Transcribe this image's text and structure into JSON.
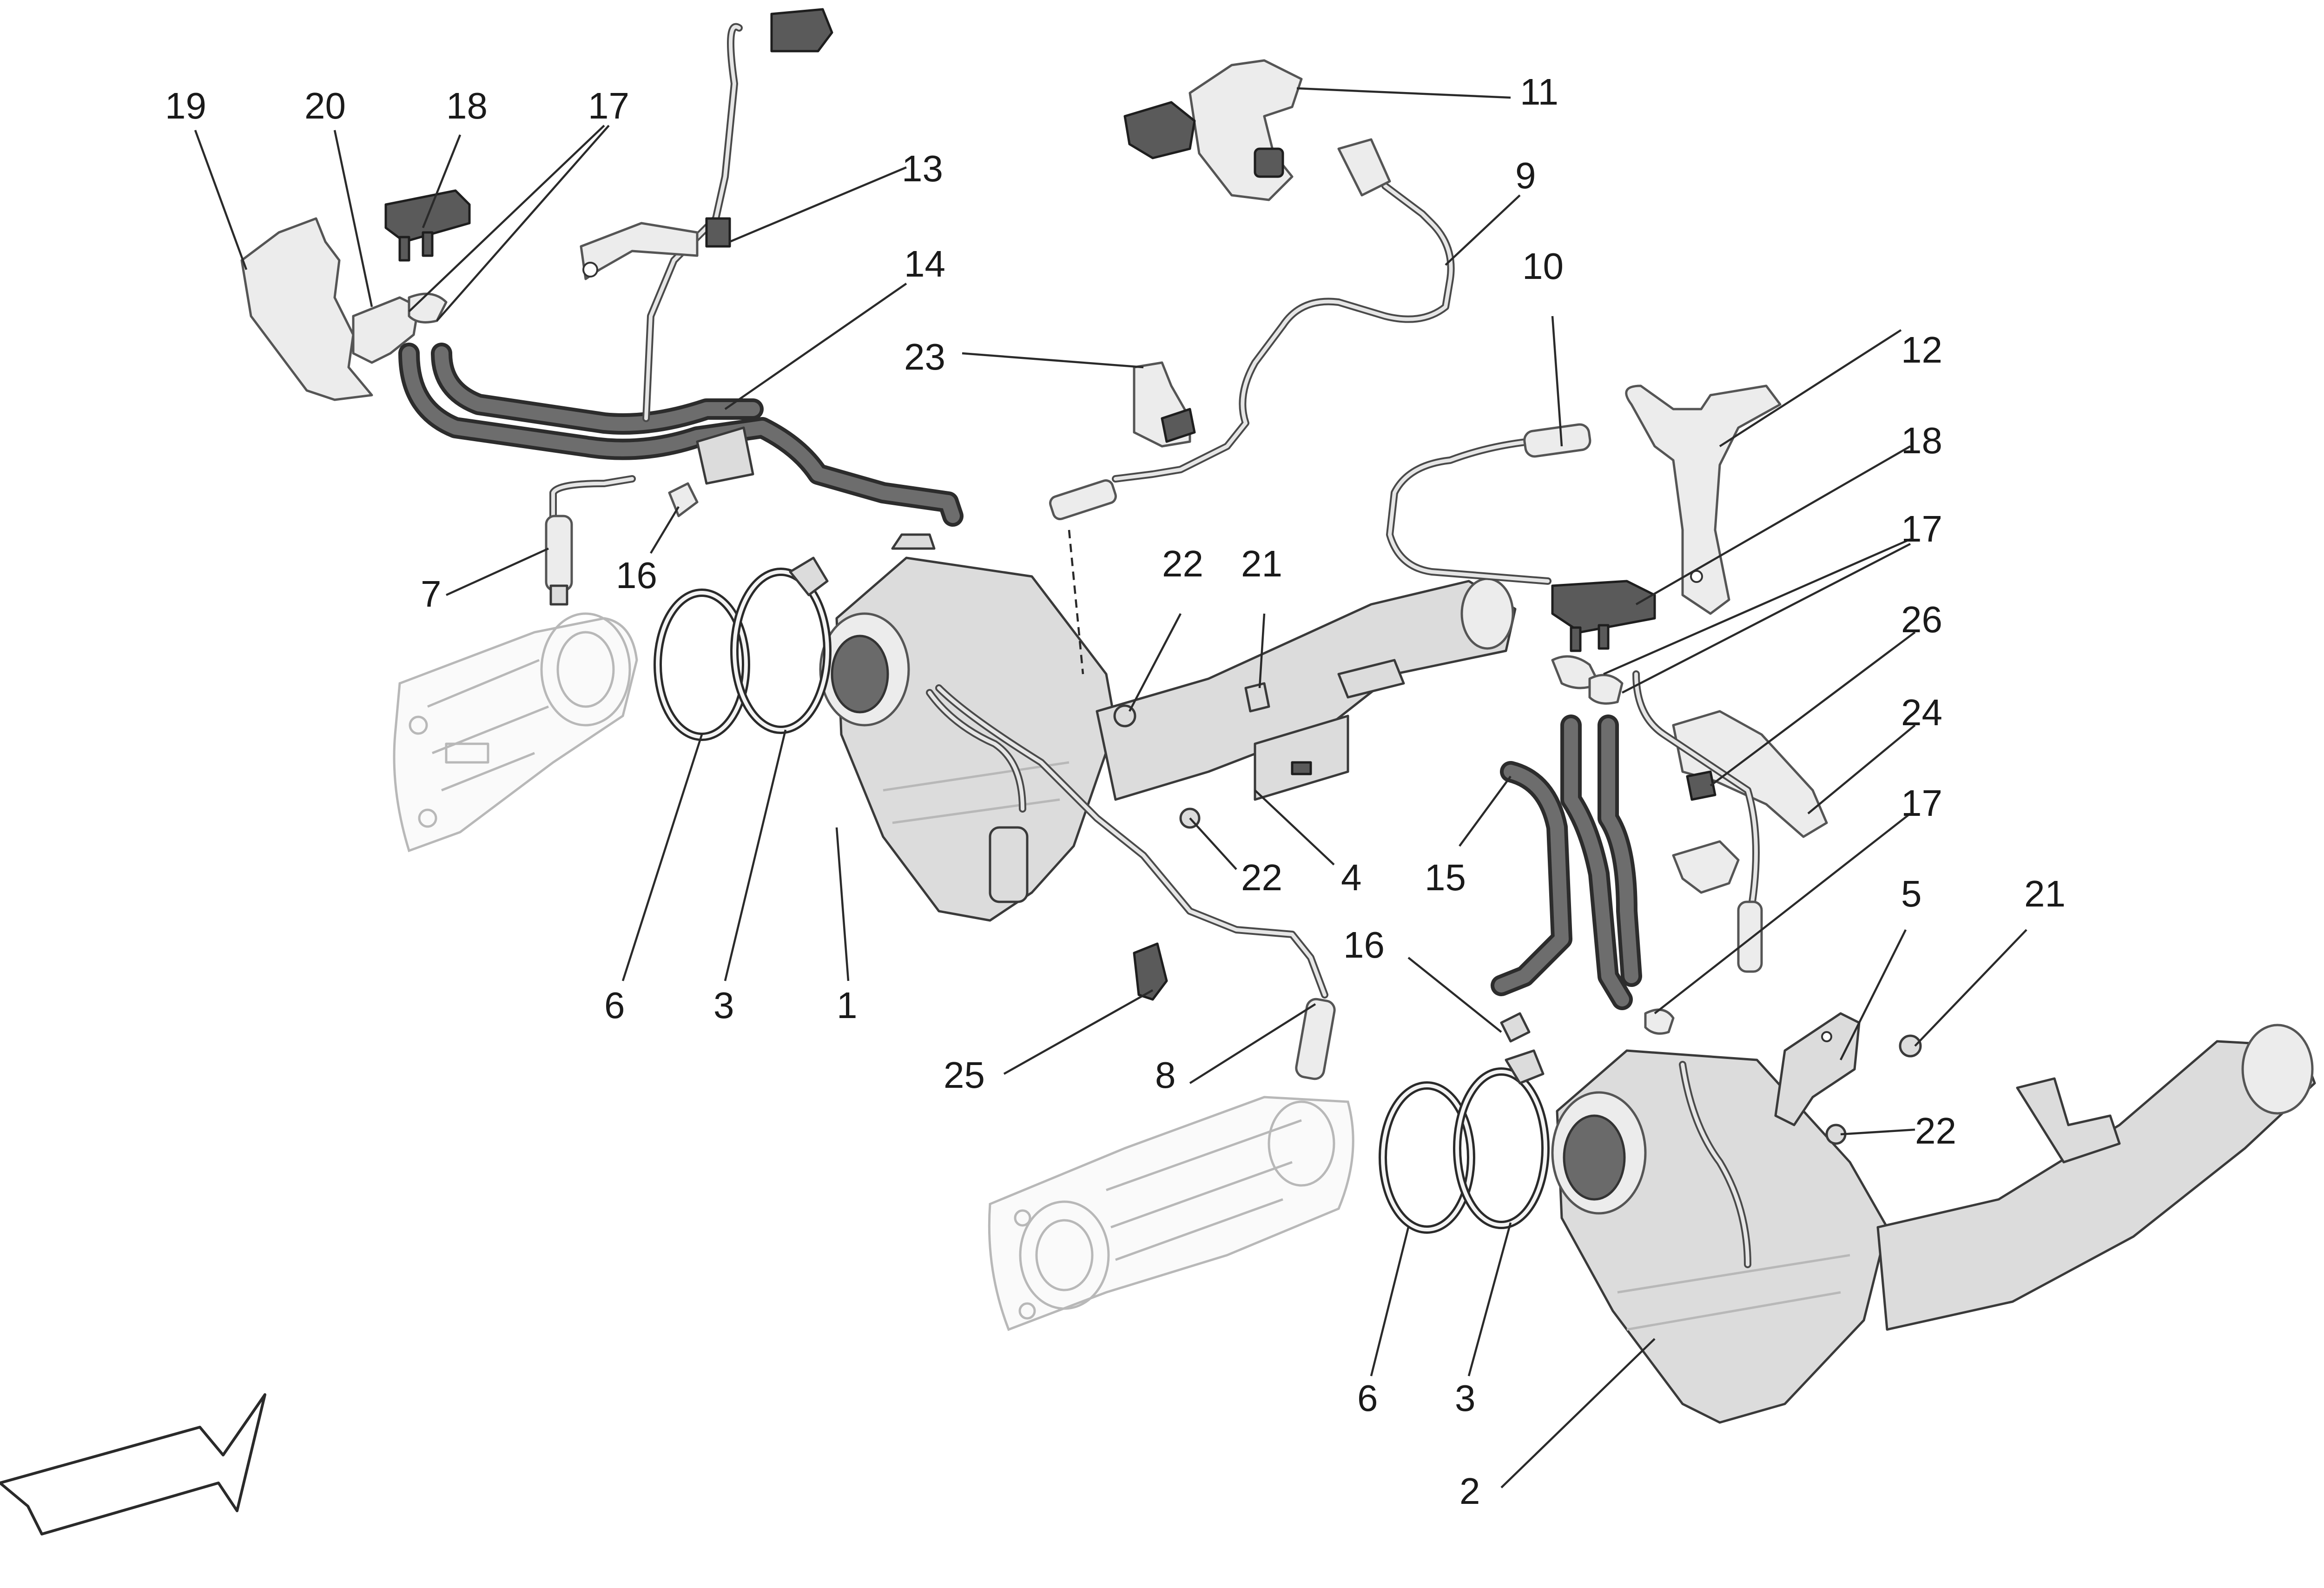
{
  "callouts": [
    {
      "id": "c1",
      "text": "1"
    },
    {
      "id": "c2",
      "text": "2"
    },
    {
      "id": "c3a",
      "text": "3"
    },
    {
      "id": "c3b",
      "text": "3"
    },
    {
      "id": "c4",
      "text": "4"
    },
    {
      "id": "c5",
      "text": "5"
    },
    {
      "id": "c6a",
      "text": "6"
    },
    {
      "id": "c6b",
      "text": "6"
    },
    {
      "id": "c7",
      "text": "7"
    },
    {
      "id": "c8",
      "text": "8"
    },
    {
      "id": "c9",
      "text": "9"
    },
    {
      "id": "c10",
      "text": "10"
    },
    {
      "id": "c11",
      "text": "11"
    },
    {
      "id": "c12",
      "text": "12"
    },
    {
      "id": "c13",
      "text": "13"
    },
    {
      "id": "c14",
      "text": "14"
    },
    {
      "id": "c15",
      "text": "15"
    },
    {
      "id": "c16a",
      "text": "16"
    },
    {
      "id": "c16b",
      "text": "16"
    },
    {
      "id": "c17a",
      "text": "17"
    },
    {
      "id": "c17b",
      "text": "17"
    },
    {
      "id": "c17c",
      "text": "17"
    },
    {
      "id": "c18a",
      "text": "18"
    },
    {
      "id": "c18b",
      "text": "18"
    },
    {
      "id": "c19",
      "text": "19"
    },
    {
      "id": "c20",
      "text": "20"
    },
    {
      "id": "c21a",
      "text": "21"
    },
    {
      "id": "c21b",
      "text": "21"
    },
    {
      "id": "c22a",
      "text": "22"
    },
    {
      "id": "c22b",
      "text": "22"
    },
    {
      "id": "c22c",
      "text": "22"
    },
    {
      "id": "c23",
      "text": "23"
    },
    {
      "id": "c24",
      "text": "24"
    },
    {
      "id": "c25",
      "text": "25"
    },
    {
      "id": "c26",
      "text": "26"
    }
  ],
  "colors": {
    "line": "#2a2a2a",
    "part": "#dcdcdc",
    "dark_part": "#5a5a5a",
    "ghost": "#b8b8b8"
  },
  "icons": {
    "orientation_arrow": "direction-arrow-icon"
  }
}
